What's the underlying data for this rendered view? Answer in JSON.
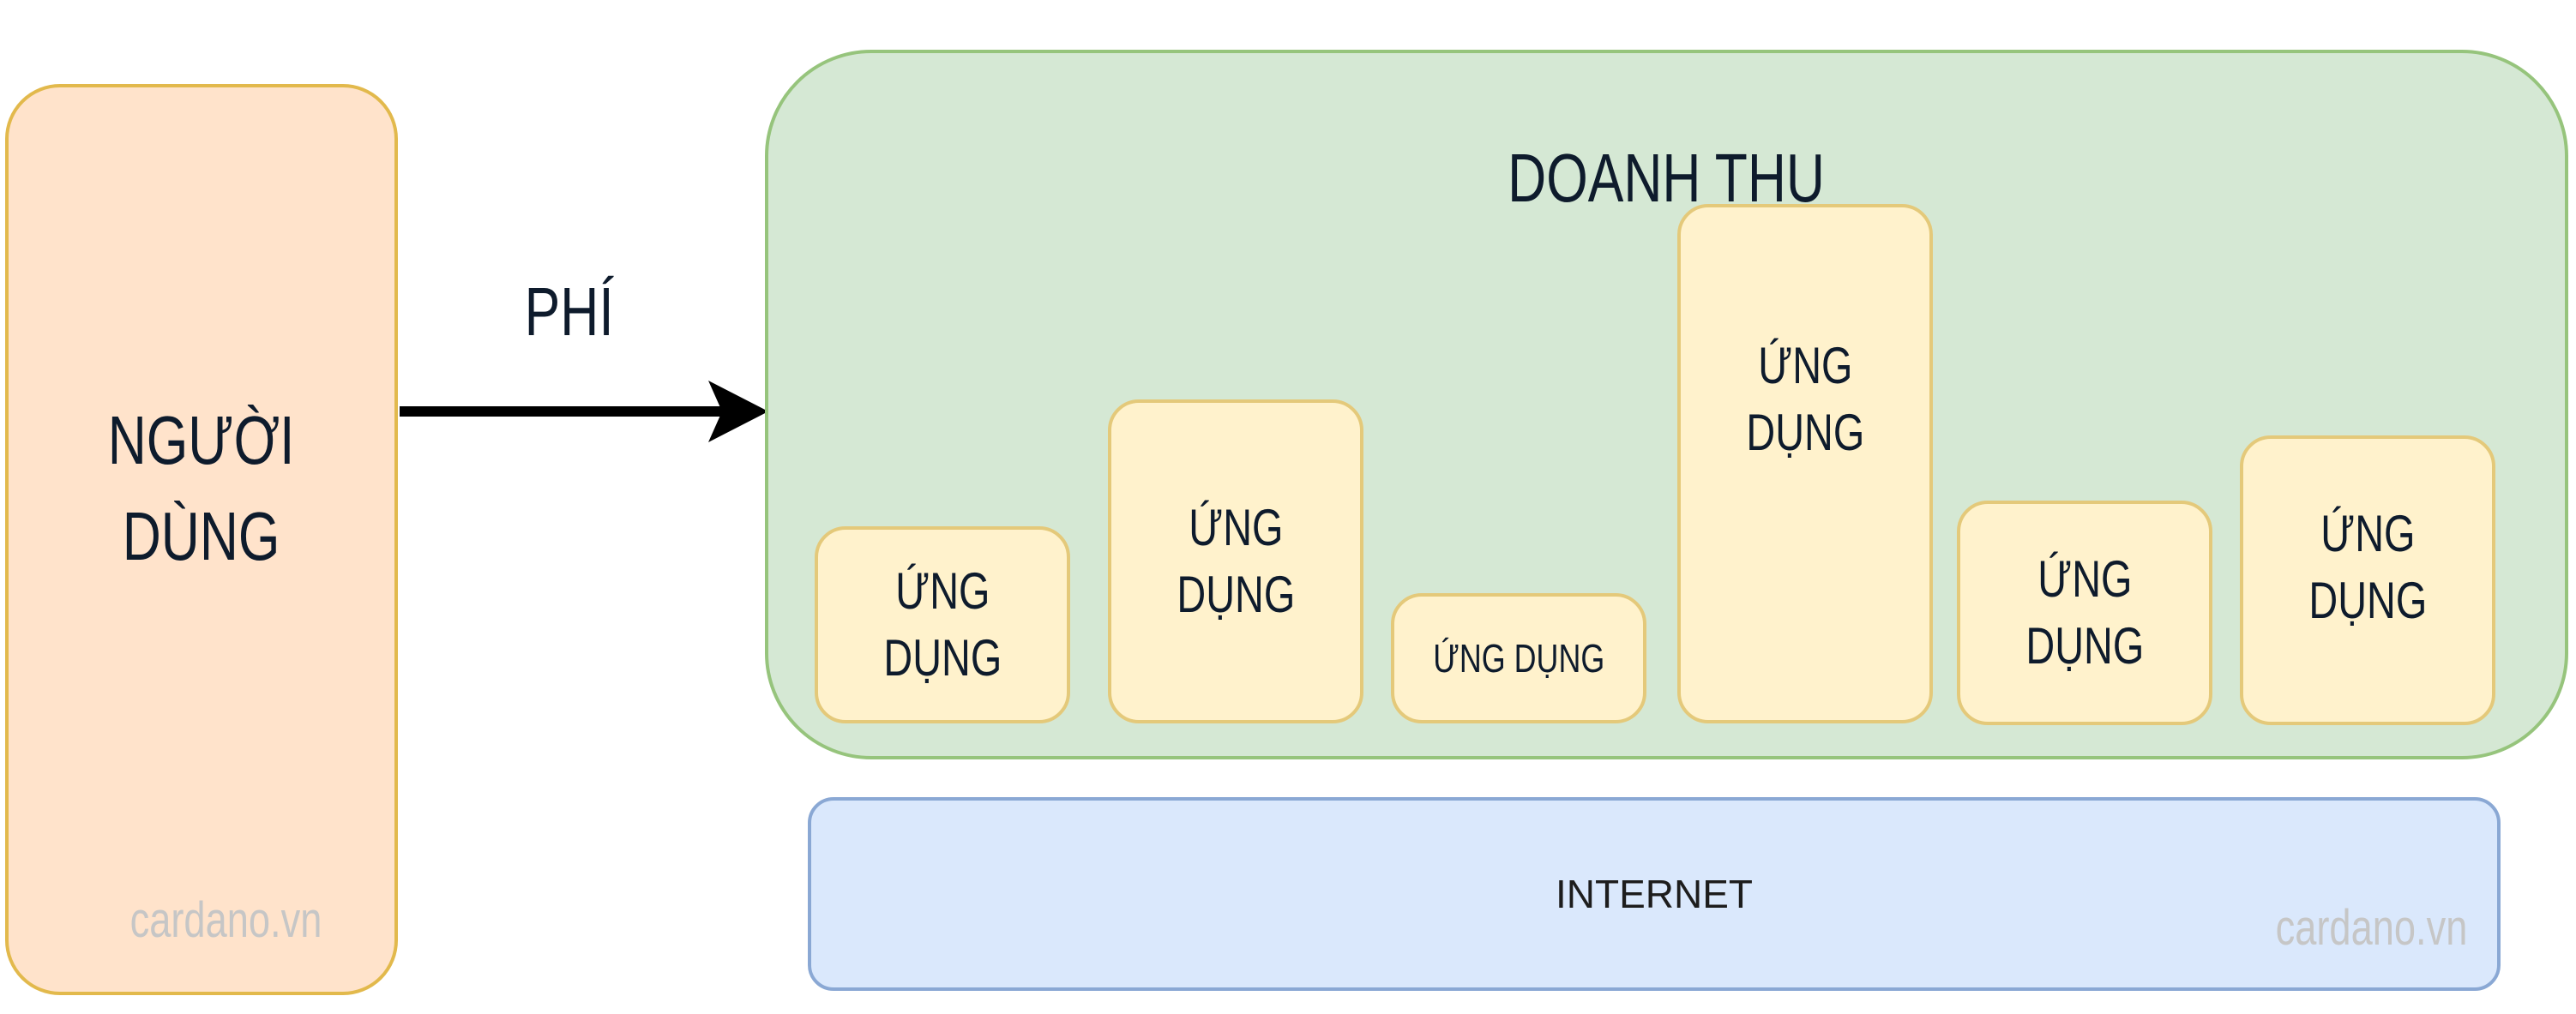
{
  "user_box": {
    "label_line1": "NGƯỜI",
    "label_line2": "DÙNG"
  },
  "fee_label": "PHÍ",
  "revenue": {
    "title": "DOANH THU",
    "apps": [
      {
        "line1": "ỨNG",
        "line2": "DỤNG"
      },
      {
        "line1": "ỨNG",
        "line2": "DỤNG"
      },
      {
        "line1": "ỨNG DỤNG"
      },
      {
        "line1": "ỨNG",
        "line2": "DỤNG"
      },
      {
        "line1": "ỨNG",
        "line2": "DỤNG"
      },
      {
        "line1": "ỨNG",
        "line2": "DỤNG"
      }
    ]
  },
  "internet": {
    "label": "INTERNET"
  },
  "watermark": "cardano.vn",
  "colors": {
    "user_fill": "#ffe3cb",
    "user_border": "#e2b94c",
    "revenue_fill": "#d5e8d4",
    "revenue_border": "#96c47c",
    "app_fill": "#fff2cc",
    "app_border": "#e4c97a",
    "internet_fill": "#dae8fc",
    "internet_border": "#8aa8d4",
    "arrow": "#000000"
  }
}
